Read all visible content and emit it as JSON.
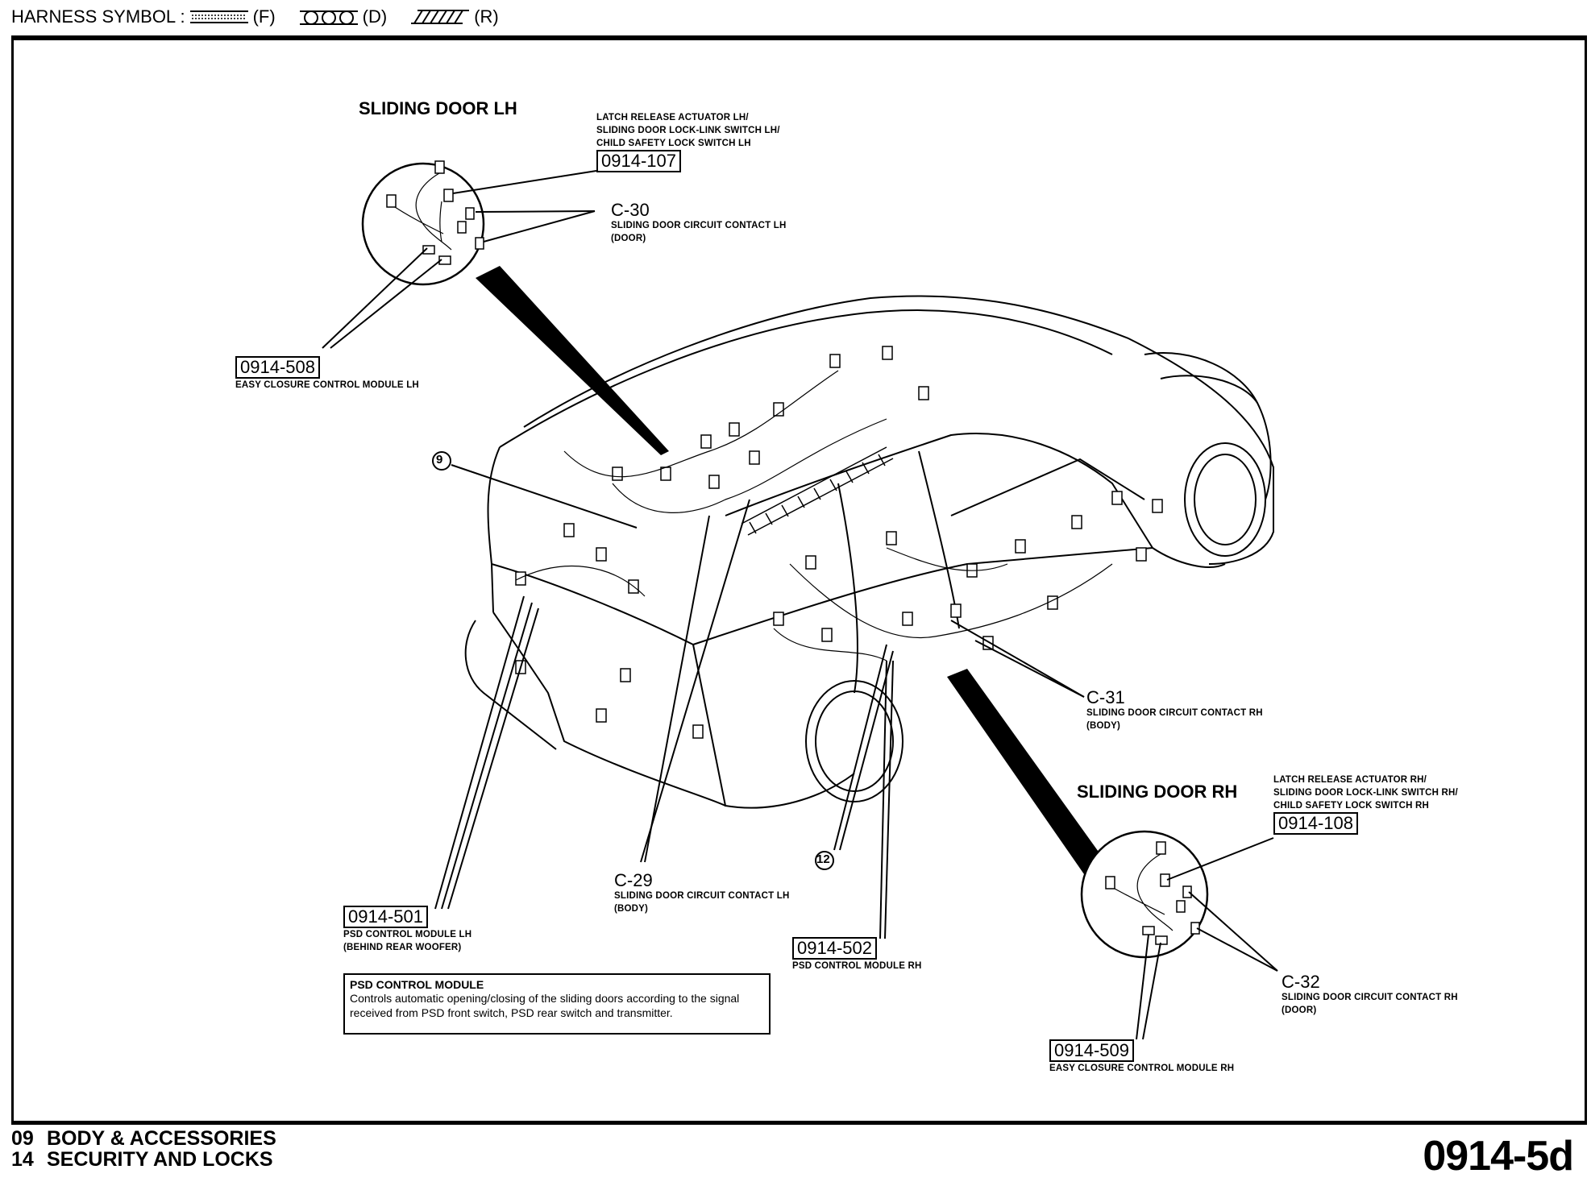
{
  "header": {
    "harness_symbol_label": "HARNESS SYMBOL :",
    "symbols": [
      {
        "icon": "dotted-harness-icon",
        "code": "(F)"
      },
      {
        "icon": "loop-harness-icon",
        "code": "(D)"
      },
      {
        "icon": "hatched-harness-icon",
        "code": "(R)"
      }
    ]
  },
  "callouts": {
    "sliding_door_lh": {
      "title": "SLIDING DOOR LH",
      "latch": {
        "lines": [
          "LATCH RELEASE ACTUATOR LH/",
          "SLIDING DOOR LOCK-LINK SWITCH LH/",
          "CHILD SAFETY LOCK SWITCH LH"
        ],
        "code": "0914-107"
      },
      "c30": {
        "code": "C-30",
        "lines": [
          "SLIDING DOOR CIRCUIT CONTACT LH",
          "(DOOR)"
        ]
      },
      "easy_closure": {
        "code": "0914-508",
        "lines": [
          "EASY CLOSURE CONTROL MODULE LH"
        ]
      }
    },
    "sliding_door_rh": {
      "title": "SLIDING DOOR RH",
      "latch": {
        "lines": [
          "LATCH RELEASE ACTUATOR RH/",
          "SLIDING DOOR LOCK-LINK SWITCH RH/",
          "CHILD SAFETY LOCK SWITCH RH"
        ],
        "code": "0914-108"
      },
      "c32": {
        "code": "C-32",
        "lines": [
          "SLIDING DOOR CIRCUIT CONTACT RH",
          "(DOOR)"
        ]
      },
      "easy_closure": {
        "code": "0914-509",
        "lines": [
          "EASY CLOSURE CONTROL MODULE RH"
        ]
      }
    },
    "c31": {
      "code": "C-31",
      "lines": [
        "SLIDING DOOR CIRCUIT CONTACT RH",
        "(BODY)"
      ]
    },
    "c29": {
      "code": "C-29",
      "lines": [
        "SLIDING DOOR CIRCUIT CONTACT LH",
        "(BODY)"
      ]
    },
    "psd_lh": {
      "code": "0914-501",
      "lines": [
        "PSD CONTROL MODULE LH",
        "(BEHIND REAR WOOFER)"
      ]
    },
    "psd_rh": {
      "code": "0914-502",
      "lines": [
        "PSD CONTROL MODULE RH"
      ]
    },
    "ground_9": "9",
    "ground_12": "12"
  },
  "note": {
    "title": "PSD CONTROL MODULE",
    "body": "Controls automatic opening/closing of the sliding doors according to the signal received from PSD front switch, PSD rear switch and transmitter."
  },
  "footer": {
    "section": {
      "num": "09",
      "label": "BODY & ACCESSORIES"
    },
    "subsection": {
      "num": "14",
      "label": "SECURITY AND LOCKS"
    },
    "page_code": "0914-5d"
  }
}
